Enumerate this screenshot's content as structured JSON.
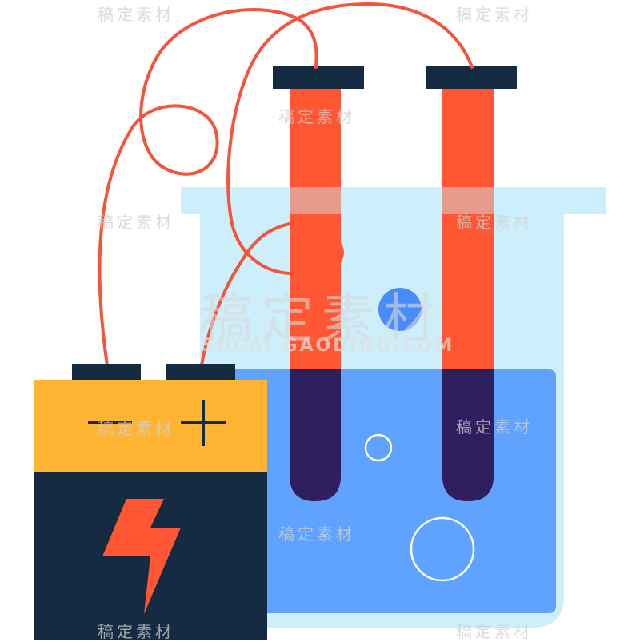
{
  "colors": {
    "battery_top": "#FFB533",
    "battery_body": "#152B42",
    "terminal": "#152B42",
    "bolt": "#FF5733",
    "wire": "#F2553A",
    "tube": "#FF5733",
    "tube_cap": "#152B42",
    "tube_bottom": "#2E1F5E",
    "beaker": "#CDEFFB",
    "liquid": "#5FA3FF",
    "bubble": "#4A8CF7",
    "bubble_outline": "#FFFFFF"
  },
  "battery": {
    "minus_symbol": "−",
    "plus_symbol": "+"
  },
  "watermark": {
    "small": "稿定素材",
    "big": "稿定素材",
    "url": "SUCAI.GAODING.COM"
  }
}
